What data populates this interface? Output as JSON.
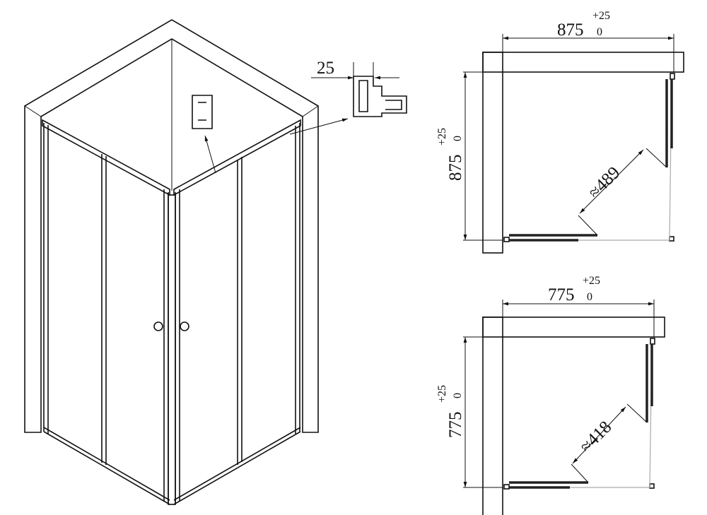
{
  "isometric_view": {
    "profile_width_label": "25"
  },
  "plan_large": {
    "width_label": "875",
    "width_tol_upper": "+25",
    "width_tol_lower": "0",
    "depth_label": "875",
    "depth_tol_upper": "+25",
    "depth_tol_lower": "0",
    "opening_label": "≈489"
  },
  "plan_small": {
    "width_label": "775",
    "width_tol_upper": "+25",
    "width_tol_lower": "0",
    "depth_label": "775",
    "depth_tol_upper": "+25",
    "depth_tol_lower": "0",
    "opening_label": "≈418"
  }
}
